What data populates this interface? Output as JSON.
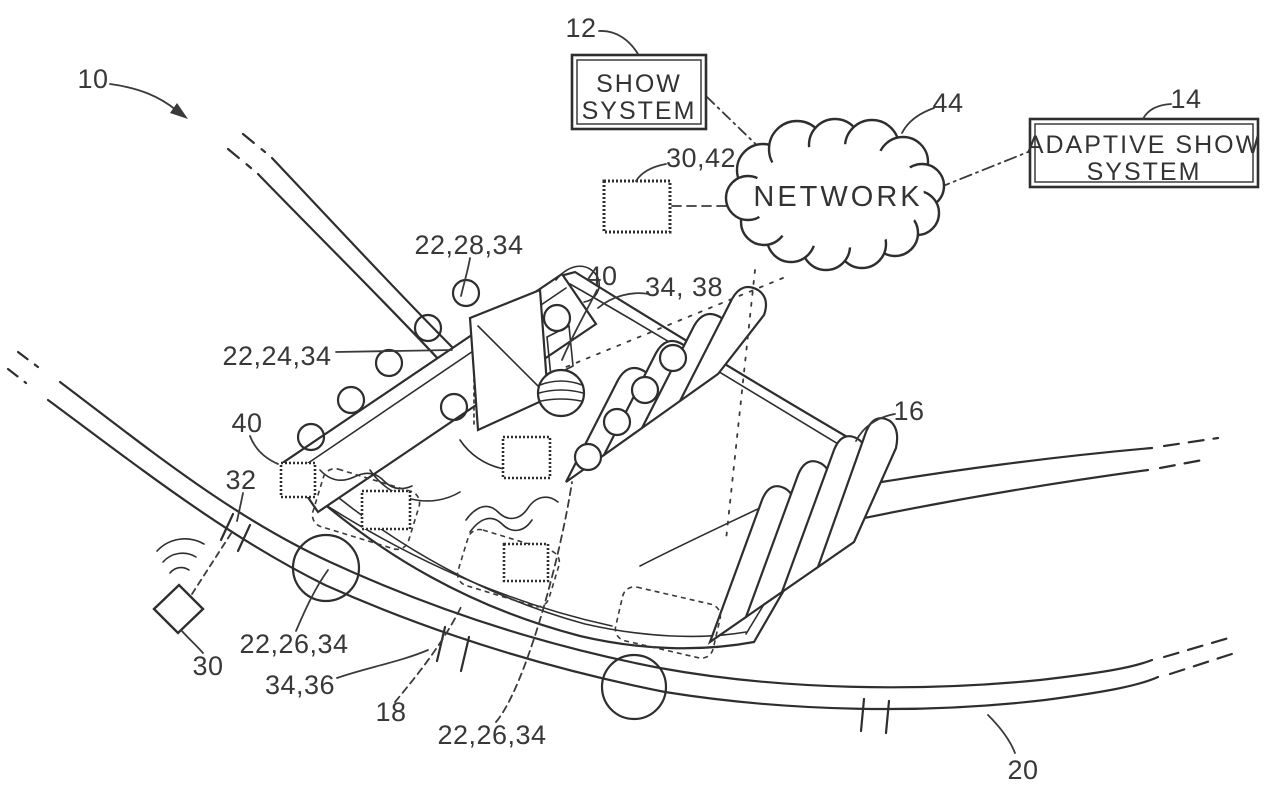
{
  "palette": {
    "background": "#ffffff",
    "ink": "#2e2e2e",
    "label_ink": "#383838"
  },
  "figure_type": "patent-ride-system-diagram",
  "labels": {
    "l10": "10",
    "l12": "12",
    "l30_42": "30,42",
    "l44": "44",
    "l14": "14",
    "l22_28_34": "22,28,34",
    "l40_top": "40",
    "l34_38": "34, 38",
    "l22_24_34": "22,24,34",
    "l40_floor": "40",
    "l32": "32",
    "l30": "30",
    "l22_26_34_a": "22,26,34",
    "l34_36": "34,36",
    "l18": "18",
    "l22_26_34_b": "22,26,34",
    "l16": "16",
    "l20": "20"
  },
  "boxes": {
    "show_system": {
      "line1": "SHOW",
      "line2": "SYSTEM"
    },
    "adaptive_show_system": {
      "line1": "ADAPTIVE SHOW",
      "line2": "SYSTEM"
    }
  },
  "network_cloud": {
    "label": "NETWORK"
  },
  "icons": {
    "wireless_signal": "three-arcs",
    "arrow_10": "curved-arrow"
  }
}
